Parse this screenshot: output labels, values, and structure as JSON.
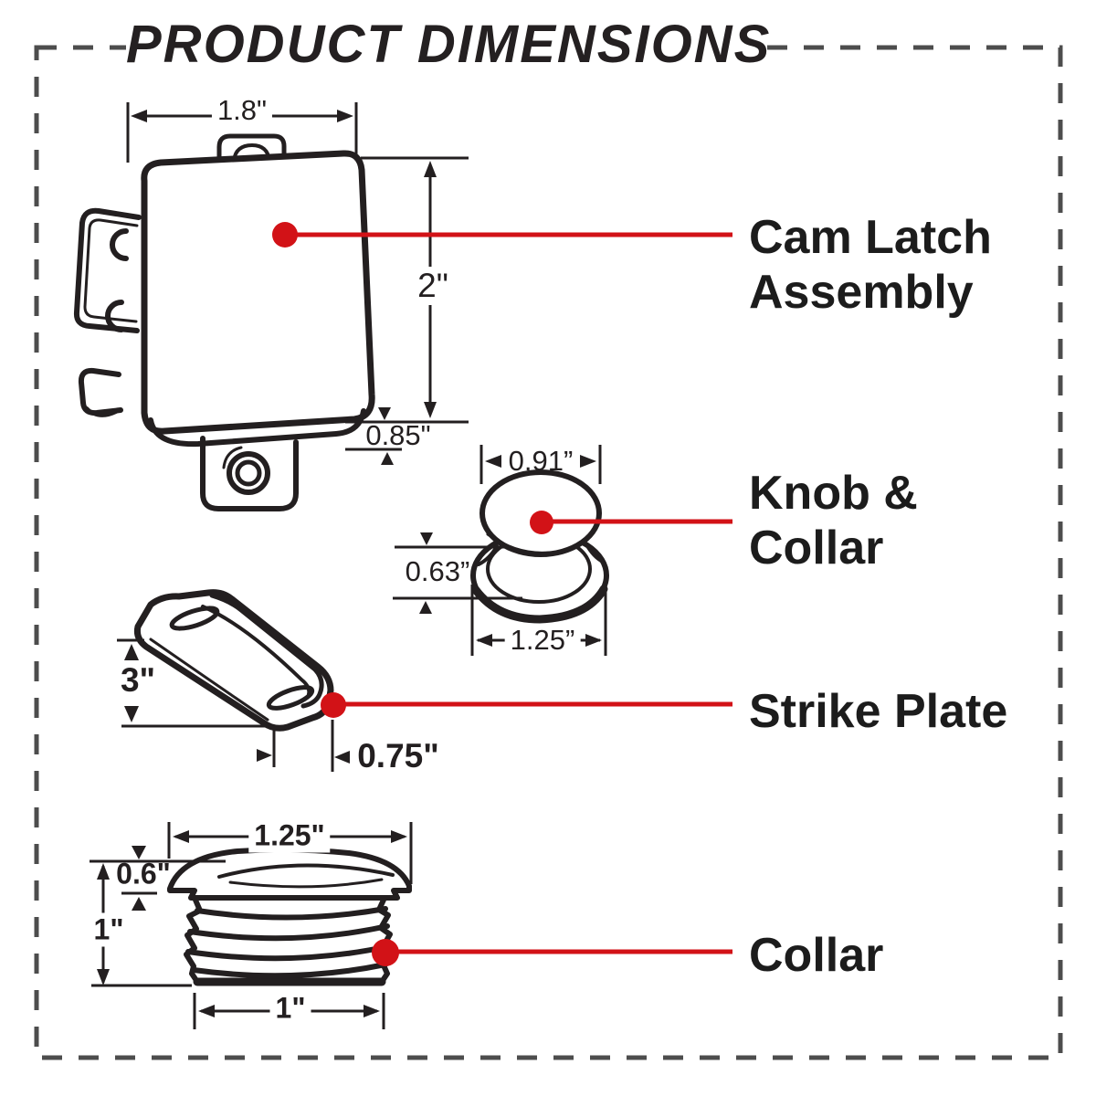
{
  "title": "PRODUCT DIMENSIONS",
  "colors": {
    "ink": "#231f20",
    "accent": "#d21217",
    "border": "#4d4d4d",
    "text": "#1c1c1c",
    "paper": "#ffffff"
  },
  "parts": {
    "cam_latch": {
      "label": "Cam Latch\nAssembly",
      "dims": {
        "width": "1.8\"",
        "height": "2\"",
        "depth": "0.85\""
      }
    },
    "knob": {
      "label": "Knob &\nCollar",
      "dims": {
        "knob_diameter": "0.91”",
        "height": "0.63”",
        "collar_diameter": "1.25”"
      }
    },
    "strike_plate": {
      "label": "Strike Plate",
      "dims": {
        "length": "3\"",
        "offset": "0.75\""
      }
    },
    "collar": {
      "label": "Collar",
      "dims": {
        "flange_diameter": "1.25\"",
        "flange_height": "0.6\"",
        "height": "1\"",
        "thread_diameter": "1\""
      }
    }
  }
}
